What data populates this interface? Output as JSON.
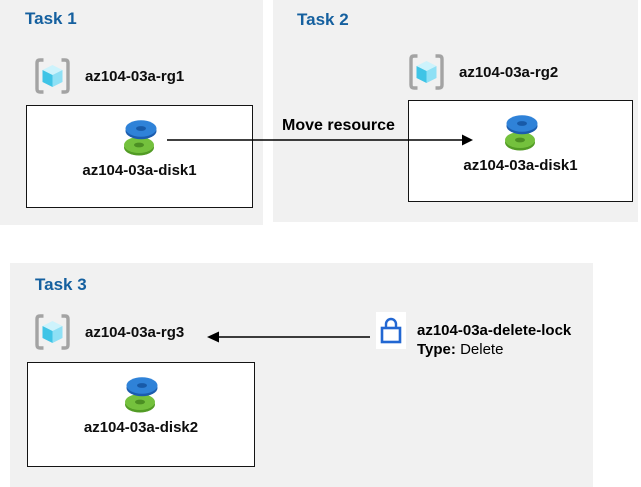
{
  "diagram": {
    "tasks": [
      {
        "title": "Task 1",
        "resource_group": "az104-03a-rg1",
        "resource": "az104-03a-disk1"
      },
      {
        "title": "Task 2",
        "resource_group": "az104-03a-rg2",
        "resource": "az104-03a-disk1"
      },
      {
        "title": "Task 3",
        "resource_group": "az104-03a-rg3",
        "resource": "az104-03a-disk2"
      }
    ],
    "move_arrow": {
      "label": "Move resource"
    },
    "lock": {
      "name": "az104-03a-delete-lock",
      "type_label": "Type:",
      "type_value": "Delete"
    },
    "colors": {
      "panel_bg": "#f1f1f1",
      "task_title": "#15609f",
      "box_border": "#141414",
      "arrow": "#000000",
      "lock_blue": "#2267d2",
      "disk_blue": "#2f82d8",
      "disk_blue_dark": "#1b5cae",
      "disk_green": "#74c13d",
      "disk_green_dark": "#529b25",
      "rg_bracket": "#a3a3a3",
      "rg_cube_top": "#cdf3fc",
      "rg_cube_left": "#3fc4e6",
      "rg_cube_right": "#8ee0f5"
    }
  }
}
